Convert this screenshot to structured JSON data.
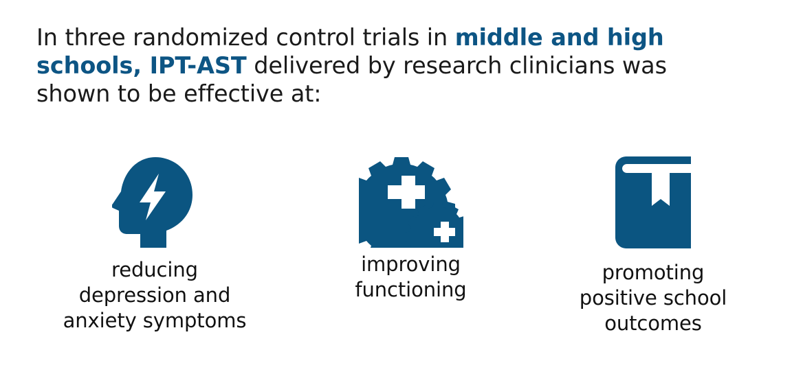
{
  "theme": {
    "background": "#ffffff",
    "text_color": "#1a1a1a",
    "accent_blue": "#0d5584",
    "icon_blue": "#0b5581"
  },
  "headline": {
    "segment_1": "In three randomized control trials in ",
    "highlight_1": "middle and high schools, IPT-AST",
    "segment_2": " delivered by research clinicians was shown to be effective at:",
    "full_text": "In three randomized control trials in middle and high schools, IPT-AST delivered by research clinicians was shown to be effective at:"
  },
  "outcomes": [
    {
      "icon": "head-lightning-icon",
      "caption_lines": [
        "reducing",
        "depression and",
        "anxiety symptoms"
      ],
      "caption": "reducing depression and anxiety symptoms"
    },
    {
      "icon": "gears-plus-icon",
      "caption_lines": [
        "improving",
        "functioning"
      ],
      "caption": "improving functioning"
    },
    {
      "icon": "book-bookmark-icon",
      "caption_lines": [
        "promoting",
        "positive school",
        "outcomes"
      ],
      "caption": "promoting positive school outcomes"
    }
  ]
}
